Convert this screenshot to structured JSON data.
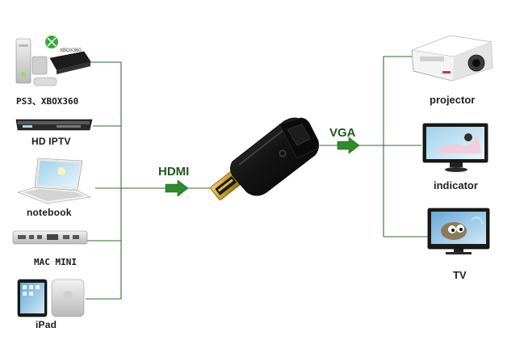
{
  "sources": [
    {
      "id": "consoles",
      "label": "PS3、XBOX360",
      "badge": "XBOX360",
      "icon": "game-console-icon"
    },
    {
      "id": "iptv",
      "label": "HD IPTV",
      "icon": "set-top-box-icon"
    },
    {
      "id": "notebook",
      "label": "notebook",
      "icon": "laptop-icon"
    },
    {
      "id": "macmini",
      "label": "MAC MINI",
      "icon": "mac-mini-icon"
    },
    {
      "id": "ipad",
      "label": "iPad",
      "icon": "tablet-icon"
    }
  ],
  "adapter": {
    "icon": "hdmi-to-vga-adapter-icon",
    "input_label": "HDMI",
    "output_label": "VGA"
  },
  "outputs": [
    {
      "id": "projector",
      "label": "projector",
      "icon": "projector-icon"
    },
    {
      "id": "indicator",
      "label": "indicator",
      "icon": "monitor-icon"
    },
    {
      "id": "tv",
      "label": "TV",
      "icon": "tv-icon"
    }
  ],
  "colors": {
    "connector_line": "#2f6e2f",
    "arrow": "#2e8b2e",
    "adapter_body": "#141414",
    "hdmi_plug": "#c9a227"
  }
}
